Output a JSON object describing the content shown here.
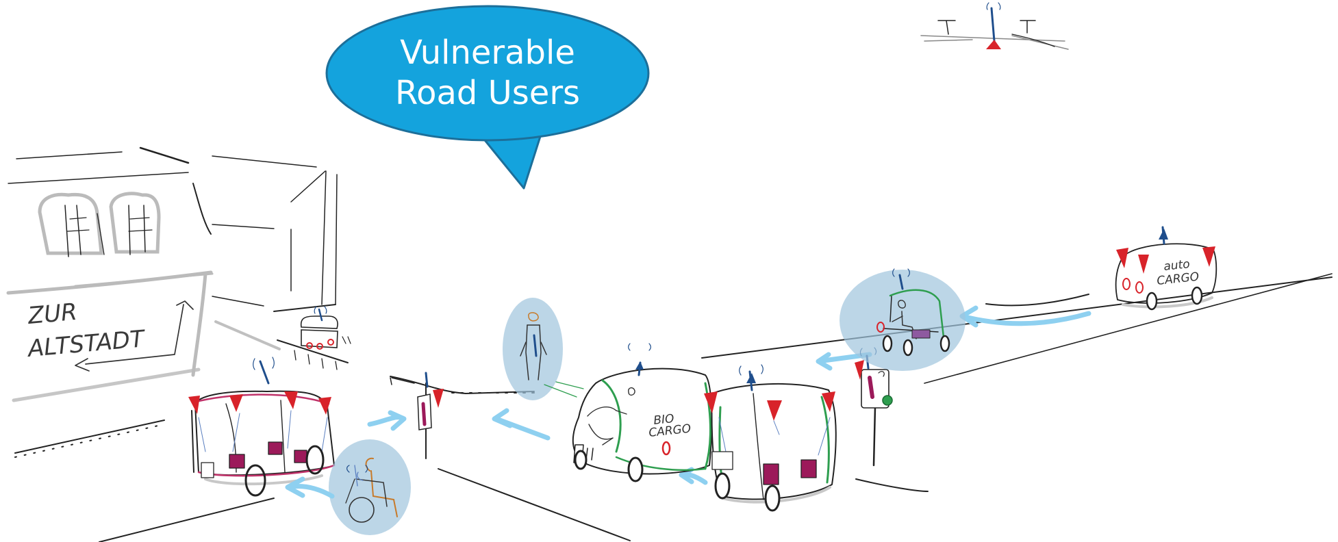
{
  "speech_bubble": {
    "line1": "Vulnerable",
    "line2": "Road Users"
  },
  "street_sign": {
    "line1": "ZUR",
    "line2": "ALTSTADT"
  },
  "vehicles": {
    "bio_cargo_line1": "BIO",
    "bio_cargo_line2": "CARGO",
    "auto_cargo_line1": "auto",
    "auto_cargo_line2": "CARGO"
  },
  "colors": {
    "bubble_fill": "#14a3dd",
    "bubble_stroke": "#1c6f9a",
    "vru_highlight": "#9fc4dd",
    "flow_arrow": "#8ed0f0",
    "sensor_red": "#d8232a",
    "antenna_blue": "#1f4e8c",
    "bio_green": "#2e9e4f",
    "magenta": "#9c1a5a",
    "sketch_ink": "#222222",
    "sketch_grey": "#c8c8c8"
  },
  "icons": [
    "speech-bubble",
    "building-sketch",
    "direction-sign",
    "delivery-robot",
    "people-mover-shuttle",
    "wheelchair-user",
    "pedestrian",
    "bio-cargo-van",
    "autonomous-shuttle",
    "traffic-light",
    "scooter-rider",
    "auto-cargo-van",
    "drone",
    "flow-arrow"
  ]
}
